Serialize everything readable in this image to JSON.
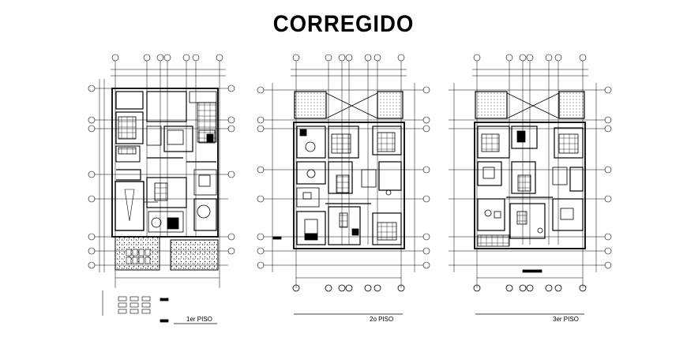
{
  "title": "CORREGIDO",
  "plans": [
    {
      "label": "1er PISO"
    },
    {
      "label": "2o PISO"
    },
    {
      "label": "3er PISO"
    }
  ],
  "line_color": "#000000",
  "background": "#ffffff"
}
